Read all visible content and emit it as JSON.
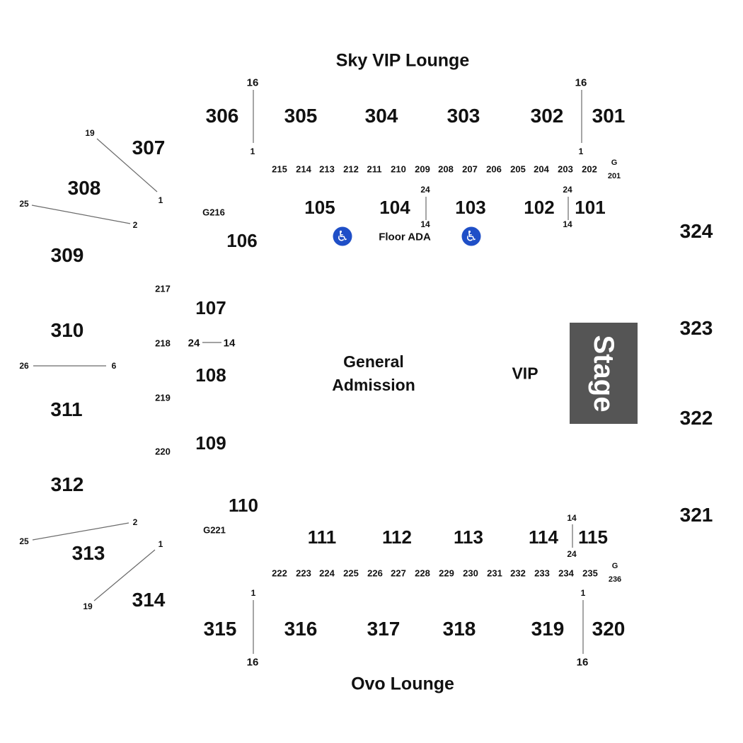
{
  "lounges": {
    "top": "Sky VIP Lounge",
    "bottom": "Ovo Lounge"
  },
  "floor": {
    "ga_line1": "General",
    "ga_line2": "Admission",
    "vip": "VIP",
    "ada": "Floor ADA",
    "stage": "Stage",
    "ada_icon": "wheelchair-icon",
    "stage_color": "#555555",
    "ada_color": "#1f4fc7"
  },
  "sections_300": {
    "s301": "301",
    "s302": "302",
    "s303": "303",
    "s304": "304",
    "s305": "305",
    "s306": "306",
    "s307": "307",
    "s308": "308",
    "s309": "309",
    "s310": "310",
    "s311": "311",
    "s312": "312",
    "s313": "313",
    "s314": "314",
    "s315": "315",
    "s316": "316",
    "s317": "317",
    "s318": "318",
    "s319": "319",
    "s320": "320",
    "s321": "321",
    "s322": "322",
    "s323": "323",
    "s324": "324"
  },
  "sections_100": {
    "s101": "101",
    "s102": "102",
    "s103": "103",
    "s104": "104",
    "s105": "105",
    "s106": "106",
    "s107": "107",
    "s108": "108",
    "s109": "109",
    "s110": "110",
    "s111": "111",
    "s112": "112",
    "s113": "113",
    "s114": "114",
    "s115": "115"
  },
  "sections_200": {
    "top": [
      "215",
      "214",
      "213",
      "212",
      "211",
      "210",
      "209",
      "208",
      "207",
      "206",
      "205",
      "204",
      "203",
      "202"
    ],
    "bottom": [
      "222",
      "223",
      "224",
      "225",
      "226",
      "227",
      "228",
      "229",
      "230",
      "231",
      "232",
      "233",
      "234",
      "235"
    ],
    "left": [
      "217",
      "218",
      "219",
      "220"
    ],
    "g201_a": "G",
    "g201_b": "201",
    "g236_a": "G",
    "g236_b": "236",
    "g216": "G216",
    "g221": "G221"
  },
  "row_labels": {
    "r306_top": "16",
    "r306_bot": "1",
    "r301_top": "16",
    "r301_bot": "1",
    "r307_a": "19",
    "r307_b": "1",
    "r308_a": "25",
    "r308_b": "2",
    "r104_top": "24",
    "r104_bot": "14",
    "r102_top": "24",
    "r102_bot": "14",
    "r218_left": "24",
    "r218_right": "14",
    "r310_left": "26",
    "r310_right": "6",
    "r114_top": "14",
    "r114_bot": "24",
    "r313_a": "2",
    "r313_b": "25",
    "r314_a": "1",
    "r314_b": "19",
    "r315_top": "1",
    "r315_bot": "16",
    "r320_top": "1",
    "r320_bot": "16"
  }
}
